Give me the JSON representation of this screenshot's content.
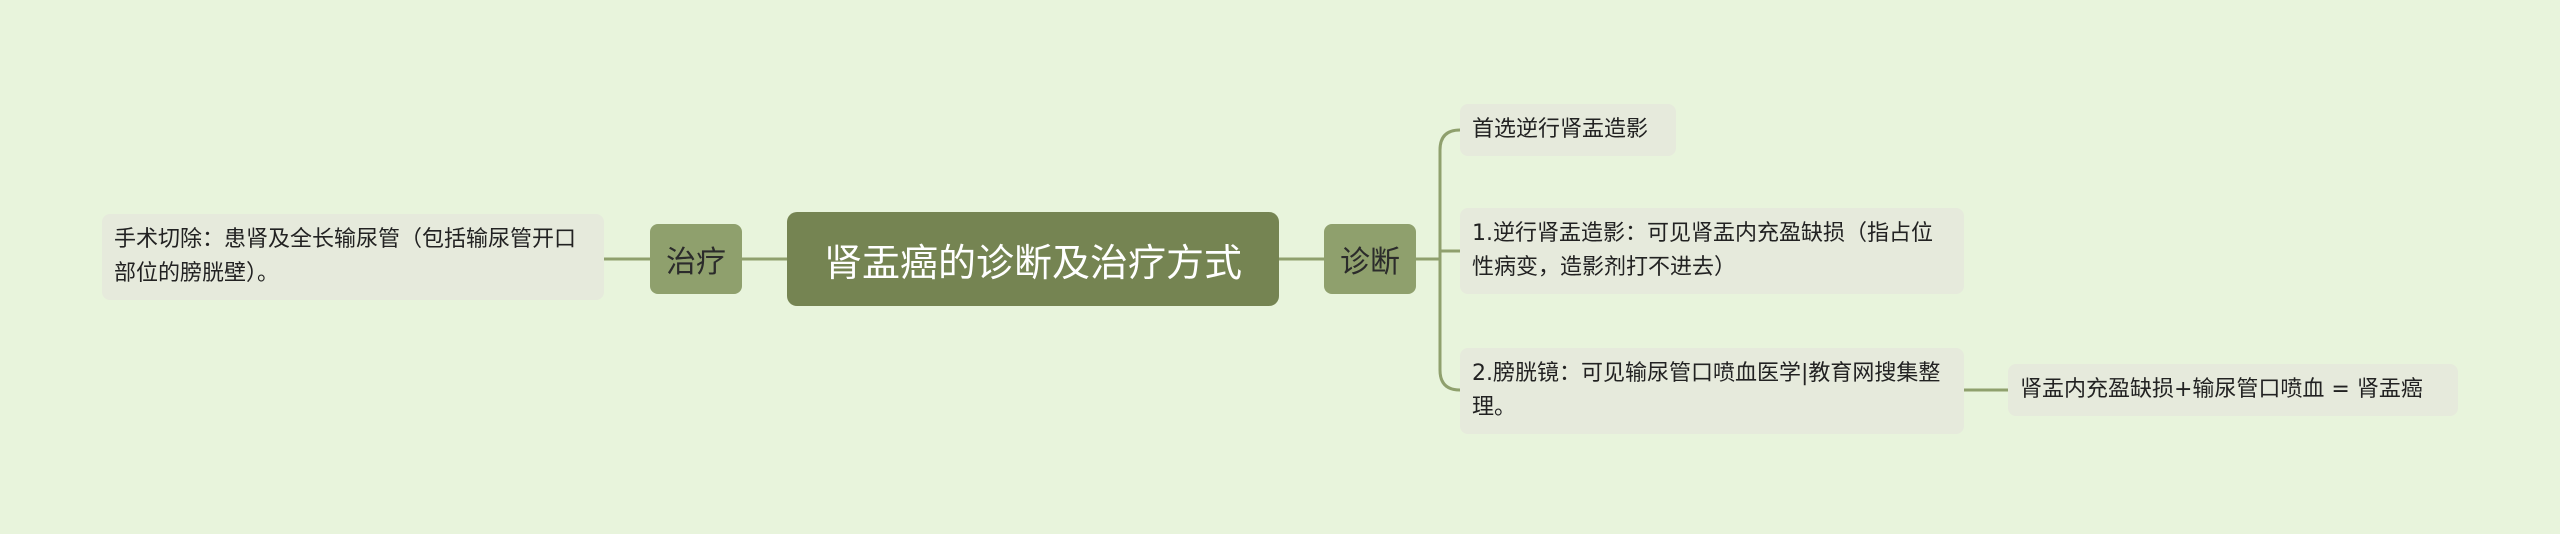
{
  "root": {
    "label": "肾盂癌的诊断及治疗方式"
  },
  "left_branch": {
    "label": "治疗",
    "children": [
      {
        "text": "手术切除：患肾及全长输尿管（包括输尿管开口部位的膀胱壁）。"
      }
    ]
  },
  "right_branch": {
    "label": "诊断",
    "children": [
      {
        "text": "首选逆行肾盂造影"
      },
      {
        "text": "1.逆行肾盂造影：可见肾盂内充盈缺损（指占位性病变，造影剂打不进去）"
      },
      {
        "text": "2.膀胱镜：可见输尿管口喷血医学|教育网搜集整理。",
        "children": [
          {
            "text": "肾盂内充盈缺损+输尿管口喷血 = 肾盂癌"
          }
        ]
      }
    ]
  },
  "colors": {
    "background": "#e8f4dc",
    "root_fill": "#758452",
    "branch_fill": "#8fa06d",
    "leaf_fill": "#e6eadc",
    "connector": "#8fa06d"
  }
}
